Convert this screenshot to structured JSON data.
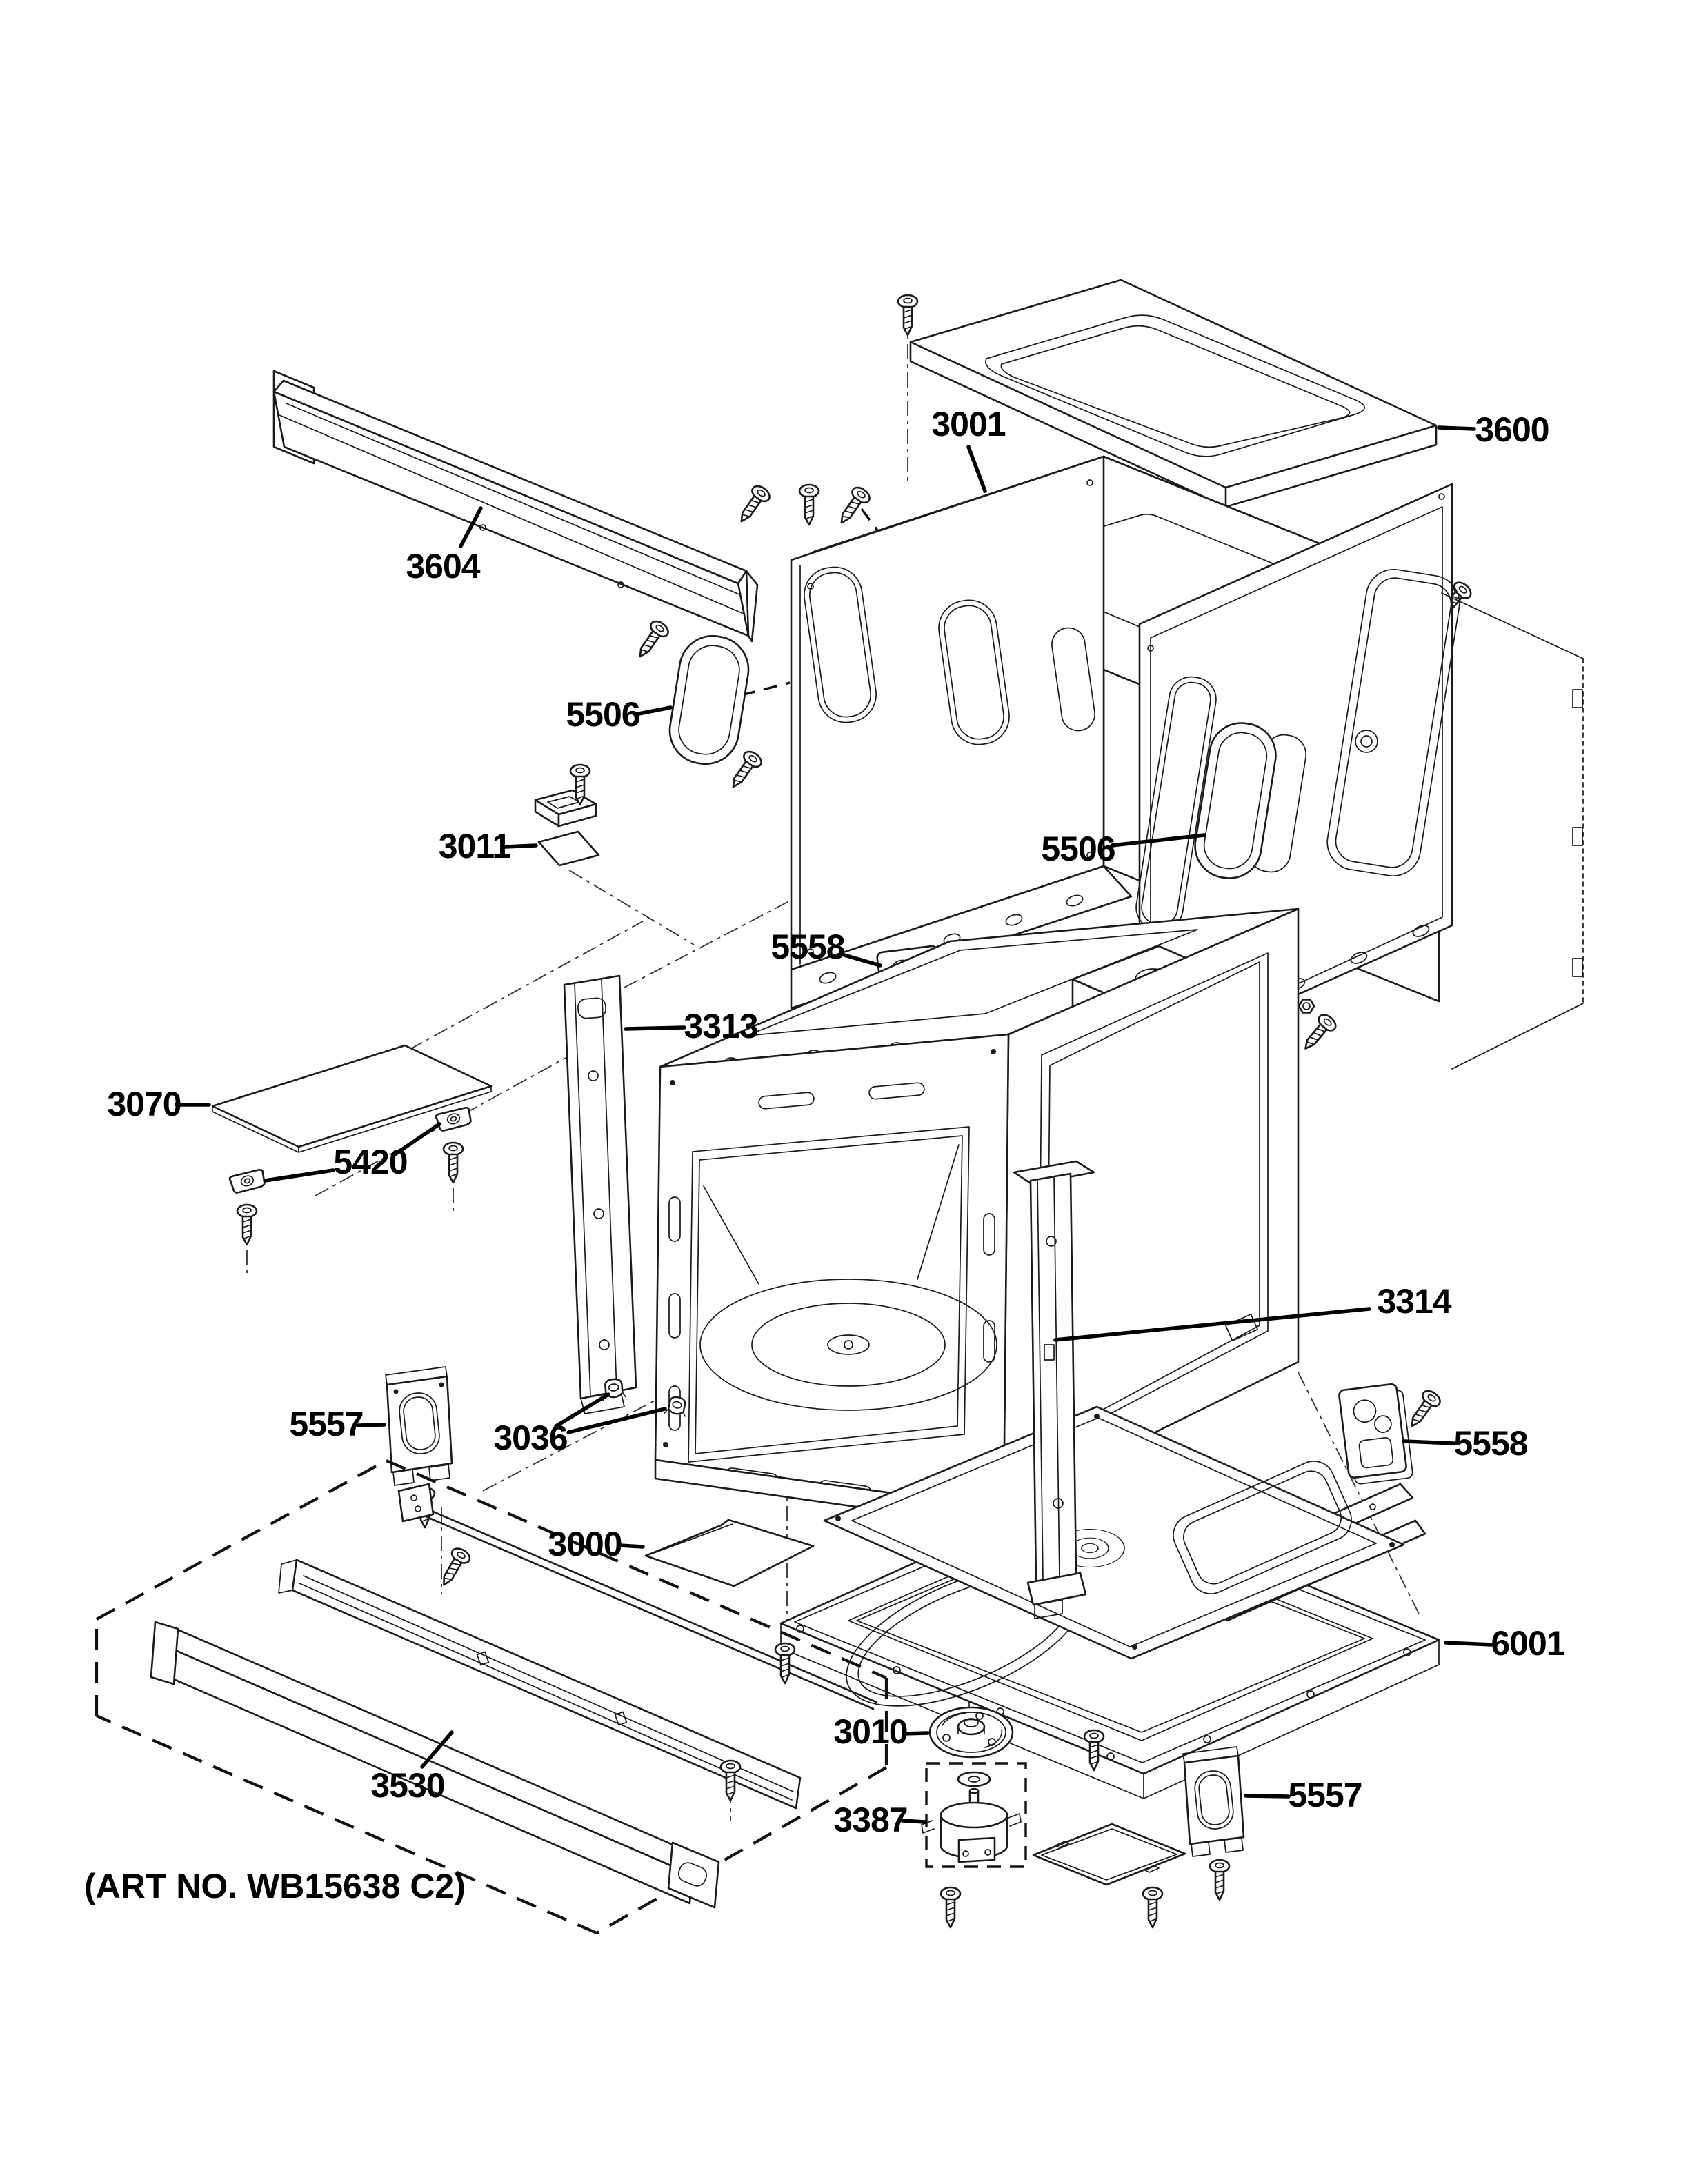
{
  "art_no": "(ART NO. WB15638 C2)",
  "colors": {
    "line": "#1b1b1b",
    "background": "#ffffff",
    "label": "#000000"
  },
  "labels": [
    {
      "part": "3001"
    },
    {
      "part": "3600"
    },
    {
      "part": "3604"
    },
    {
      "part": "5506"
    },
    {
      "part": "3011"
    },
    {
      "part": "5506"
    },
    {
      "part": "5558"
    },
    {
      "part": "3313"
    },
    {
      "part": "3070"
    },
    {
      "part": "5420"
    },
    {
      "part": "3314"
    },
    {
      "part": "5557"
    },
    {
      "part": "3036"
    },
    {
      "part": "5558"
    },
    {
      "part": "3000"
    },
    {
      "part": "6001"
    },
    {
      "part": "3010"
    },
    {
      "part": "3387"
    },
    {
      "part": "3530"
    },
    {
      "part": "5557"
    }
  ]
}
